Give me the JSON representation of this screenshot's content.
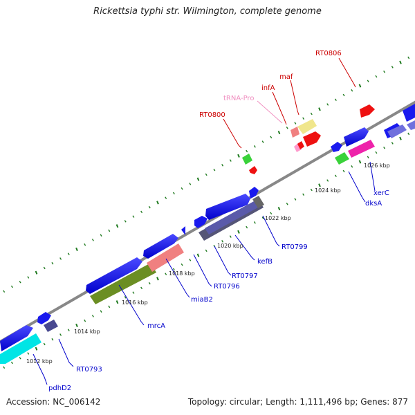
{
  "header": {
    "title": "Rickettsia typhi str. Wilmington, complete genome"
  },
  "footer": {
    "accession": "Accession: NC_006142",
    "summary": "Topology: circular; Length: 1,111,496 bp; Genes: 877"
  },
  "colors": {
    "backbone": "#888888",
    "top_label": "#cc0000",
    "trna_label": "#f08fc0",
    "bottom_label": "#0000cc",
    "tick": "#1f7a1f"
  },
  "kbp_ticks": [
    "1012 kbp",
    "1014 kbp",
    "1016 kbp",
    "1018 kbp",
    "1020 kbp",
    "1022 kbp",
    "1024 kbp",
    "1026 kbp"
  ],
  "top_labels": [
    "RT0800",
    "tRNA-Pro",
    "infA",
    "maf",
    "RT0806"
  ],
  "bottom_labels": [
    "pdhD2",
    "RT0793",
    "mrcA",
    "miaB2",
    "RT0796",
    "RT0797",
    "kefB",
    "RT0799",
    "dksA",
    "xerC"
  ]
}
